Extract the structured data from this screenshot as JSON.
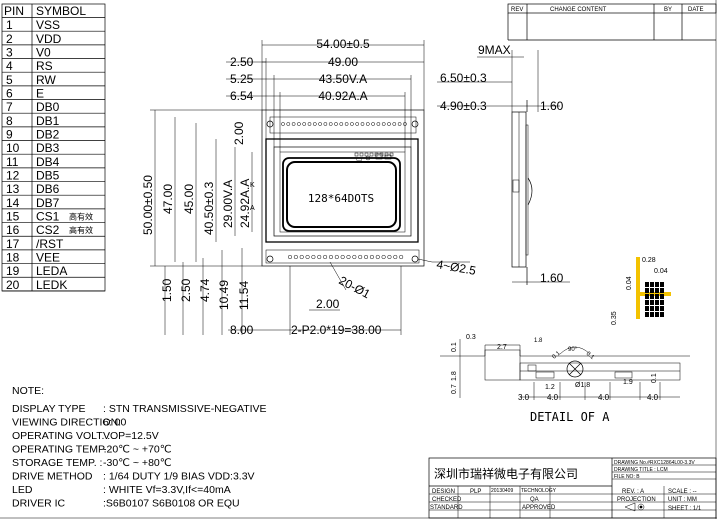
{
  "pin_table": {
    "header_pin": "PIN",
    "header_symbol": "SYMBOL",
    "rows": [
      {
        "pin": "1",
        "symbol": "VSS",
        "note": ""
      },
      {
        "pin": "2",
        "symbol": "VDD",
        "note": ""
      },
      {
        "pin": "3",
        "symbol": "V0",
        "note": ""
      },
      {
        "pin": "4",
        "symbol": "RS",
        "note": ""
      },
      {
        "pin": "5",
        "symbol": "RW",
        "note": ""
      },
      {
        "pin": "6",
        "symbol": "E",
        "note": ""
      },
      {
        "pin": "7",
        "symbol": "DB0",
        "note": ""
      },
      {
        "pin": "8",
        "symbol": "DB1",
        "note": ""
      },
      {
        "pin": "9",
        "symbol": "DB2",
        "note": ""
      },
      {
        "pin": "10",
        "symbol": "DB3",
        "note": ""
      },
      {
        "pin": "11",
        "symbol": "DB4",
        "note": ""
      },
      {
        "pin": "12",
        "symbol": "DB5",
        "note": ""
      },
      {
        "pin": "13",
        "symbol": "DB6",
        "note": ""
      },
      {
        "pin": "14",
        "symbol": "DB7",
        "note": ""
      },
      {
        "pin": "15",
        "symbol": "CS1",
        "note": "高有效"
      },
      {
        "pin": "16",
        "symbol": "CS2",
        "note": "高有效"
      },
      {
        "pin": "17",
        "symbol": "/RST",
        "note": ""
      },
      {
        "pin": "18",
        "symbol": "VEE",
        "note": ""
      },
      {
        "pin": "19",
        "symbol": "LEDA",
        "note": ""
      },
      {
        "pin": "20",
        "symbol": "LEDK",
        "note": ""
      }
    ]
  },
  "revision_table": {
    "rev": "REV",
    "change_content": "CHANGE CONTENT",
    "by": "BY",
    "date": "DATE"
  },
  "front_view": {
    "width_outer": "54.00±0.5",
    "width_49": "49.00",
    "width_va": "43.50V.A",
    "width_aa": "40.92A.A",
    "off_250": "2.50",
    "off_525": "5.25",
    "off_654": "6.54",
    "height_outer": "50.00±0.50",
    "height_47": "47.00",
    "height_45": "45.00",
    "height_4050": "40.50±0.3",
    "height_va": "29.00V.A",
    "height_aa": "24.92A.A",
    "top_200": "2.00",
    "label_k": "K",
    "label_a": "A",
    "screen_text": "128*64DOTS",
    "bottom_150": "1.50",
    "bottom_250": "2.50",
    "bottom_474": "4.74",
    "bottom_1049": "10.49",
    "bottom_1154": "11.54",
    "hole_label": "4~Ø2.5",
    "pin_hole": "20-Ø1",
    "pin_gap": "2.00",
    "left_800": "8.00",
    "pitch": "2-P2.0*19=38.00"
  },
  "side_view": {
    "max": "9MAX",
    "d650": "6.50±0.3",
    "d490": "4.90±0.3",
    "d160_top": "1.60",
    "d160_bottom": "1.60"
  },
  "pixel_detail": {
    "v028": "0.28",
    "v004": "0.04",
    "v004b": "0.04",
    "v035": "0.35"
  },
  "detail_a": {
    "title": "DETAIL OF A",
    "d03": "0.3",
    "d27": "2.7",
    "d01": "0.1",
    "d18": "1.8",
    "d07": "0.7",
    "d18b": "1.8",
    "d90": "90°",
    "d01b": "0.1",
    "d01c": "0.1",
    "d12": "1.2",
    "d18c": "Ø1.8",
    "d19": "1.9",
    "d01d": "0.1",
    "d30": "3.0",
    "d40a": "4.0",
    "d40b": "4.0",
    "d40c": "4.0"
  },
  "notes": {
    "heading": "NOTE:",
    "items": [
      {
        "label": "DISPLAY TYPE",
        "value": ": STN TRANSMISSIVE-NEGATIVE"
      },
      {
        "label": "VIEWING DIRECTION:",
        "value": "6: 00"
      },
      {
        "label": "OPERATING VOLT. :",
        "value": "VOP=12.5V"
      },
      {
        "label": "OPERATING TEMP. :",
        "value": "-20℃ ~ +70℃"
      },
      {
        "label": "STORAGE TEMP.  :",
        "value": "-30℃ ~ +80℃"
      },
      {
        "label": "DRIVE METHOD",
        "value": ": 1/64 DUTY 1/9 BIAS  VDD:3.3V"
      },
      {
        "label": "LED",
        "value": ": WHITE  Vf=3.3V,If<=40mA"
      },
      {
        "label": "DRIVER IC",
        "value": ":S6B0107 S6B0108 OR EQU"
      }
    ]
  },
  "title_block": {
    "company": "深圳市瑞祥微电子有限公司",
    "drawing_no": "DRAWING No.#RXC12864L00-3.3V",
    "drawing_title": "DRAWING TITLE : LCM",
    "file_no": "FILE NO: B",
    "design": "DESIGN",
    "design_by": "PLP",
    "design_date": "20130409",
    "technology": "TECHNOLOGY",
    "checked": "CHECKED",
    "qa": "QA",
    "standard": "STANDARD",
    "approved": "APPROVED",
    "rev": "REV. : A",
    "scale": "SCALE : --",
    "projection": "PROJECTION",
    "unit": "UNIT : MM",
    "sheet": "SHEET : 1/1"
  }
}
